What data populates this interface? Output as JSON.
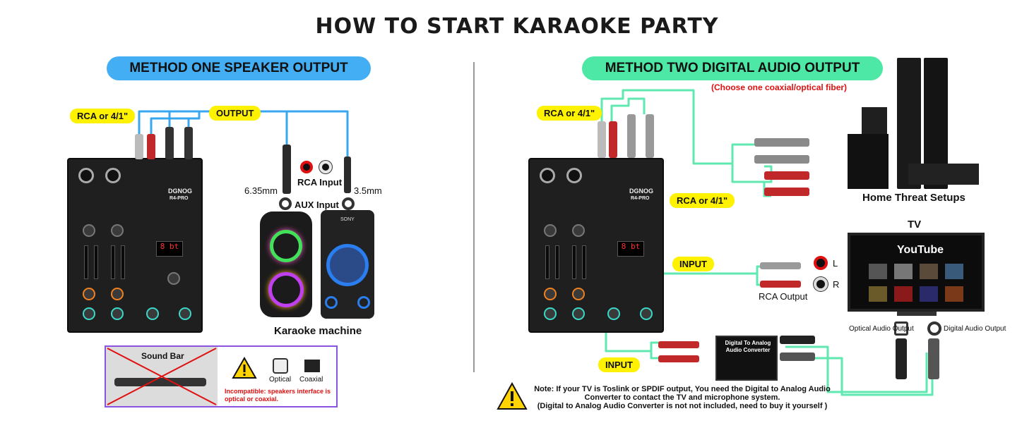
{
  "title": "HOW TO START KARAOKE PARTY",
  "method_one": {
    "heading": "METHOD ONE SPEAKER OUTPUT",
    "rca_tag": "RCA or 4/1\"",
    "output_tag": "OUTPUT",
    "mixer_brand": "DGNOG",
    "mixer_model": "R4-PRO",
    "rca_input": "RCA Input",
    "plug_left": "6.35mm",
    "plug_right": "3.5mm",
    "aux_input": "AUX Input",
    "speaker_brand": "SONY",
    "karaoke_label": "Karaoke machine",
    "soundbar_label": "Sound Bar",
    "optical_label": "Optical",
    "coaxial_label": "Coaxial",
    "incompatible_note": "Incompatible: speakers interface is optical or coaxial."
  },
  "method_two": {
    "heading": "METHOD TWO DIGITAL AUDIO OUTPUT",
    "choose_note": "(Choose one coaxial/optical fiber)",
    "rca_tag_top": "RCA or 4/1\"",
    "rca_tag_mid": "RCA or 4/1\"",
    "mixer_brand": "DGNOG",
    "mixer_model": "R4-PRO",
    "home_label": "Home Threat Setups",
    "tv_label": "TV",
    "youtube": "YouTube",
    "input_tag_top": "INPUT",
    "input_tag_bottom": "INPUT",
    "rca_output": "RCA Output",
    "ch_left": "L",
    "ch_right": "R",
    "converter_label": "Digital To Analog Audio Converter",
    "optical_out": "Optical Audio Output",
    "digital_out": "Digital Audio Output",
    "note": "Note: If your TV is Toslink or SPDIF output, You need the Digital to Analog Audio Converter to contact the TV and microphone system.",
    "note2": "(Digital to Analog Audio Converter is not not included, need to buy it yourself )"
  },
  "colors": {
    "blue_pill": "#44aef5",
    "green_pill": "#4de8a6",
    "blue_cable": "#39a7f0",
    "green_cable": "#5fe8b0",
    "yellow_tag": "#fff200",
    "warning_red": "#e01010"
  }
}
